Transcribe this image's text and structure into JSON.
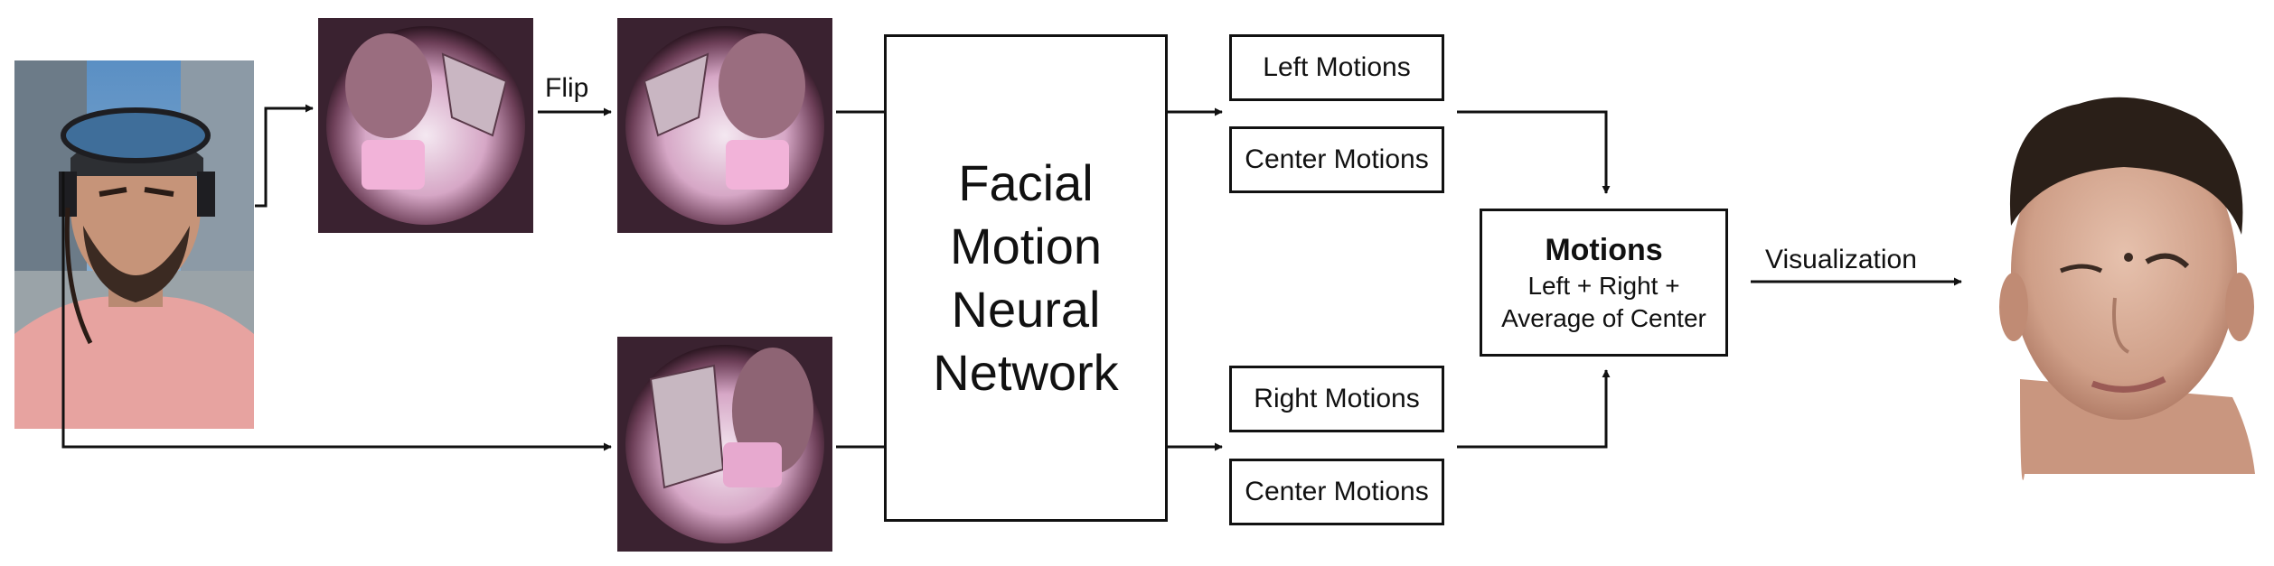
{
  "labels": {
    "flip": "Flip",
    "visualization": "Visualization"
  },
  "neural_network": {
    "lines": [
      "Facial",
      "Motion",
      "Neural",
      "Network"
    ]
  },
  "motion_boxes": {
    "left": "Left Motions",
    "center_top": "Center Motions",
    "right": "Right Motions",
    "center_bottom": "Center Motions"
  },
  "combined": {
    "title": "Motions",
    "line1": "Left + Right +",
    "line2": "Average of Center"
  },
  "colors": {
    "stroke": "#111111",
    "fisheye_dark": "#3a2230",
    "fisheye_pink": "#d9a9c9",
    "shirt": "#e7a3a0",
    "avatar_skin": "#d7ab97",
    "avatar_hair": "#2a1f18"
  }
}
